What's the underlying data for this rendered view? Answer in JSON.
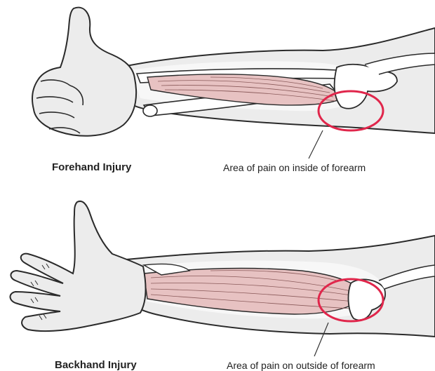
{
  "colors": {
    "skin_shade": "#ececec",
    "outline": "#2a2a2a",
    "muscle": "#e7c2c2",
    "muscle_dark": "#c99a9a",
    "highlight_circle": "#e0264b",
    "leader_line": "#333333"
  },
  "forehand": {
    "title": "Forehand Injury",
    "caption": "Area of pain on inside of forearm"
  },
  "backhand": {
    "title": "Backhand Injury",
    "caption": "Area of pain on outside of forearm"
  }
}
